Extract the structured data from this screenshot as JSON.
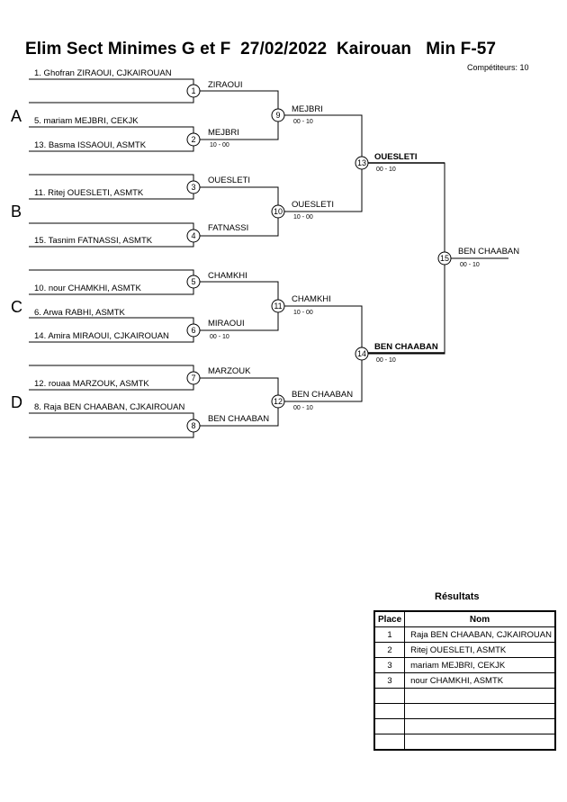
{
  "header": {
    "title": "Elim Sect Minimes G et F  27/02/2022  Kairouan   Min F-57",
    "competitors": "Compétiteurs: 10"
  },
  "pools": [
    "A",
    "B",
    "C",
    "D"
  ],
  "entries": [
    "1. Ghofran ZIRAOUI, CJKAIROUAN",
    "5. mariam MEJBRI, CEKJK",
    "13. Basma ISSAOUI, ASMTK",
    "11. Ritej OUESLETI, ASMTK",
    "15. Tasnim FATNASSI, ASMTK",
    "10. nour CHAMKHI, ASMTK",
    "6. Arwa RABHI, ASMTK",
    "14. Amira MIRAOUI, CJKAIROUAN",
    "12. rouaa MARZOUK, ASMTK",
    "8. Raja BEN CHAABAN, CJKAIROUAN"
  ],
  "matches": [
    {
      "num": "1",
      "winner": "ZIRAOUI",
      "score": ""
    },
    {
      "num": "2",
      "winner": "MEJBRI",
      "score": "10 - 00"
    },
    {
      "num": "3",
      "winner": "OUESLETI",
      "score": ""
    },
    {
      "num": "4",
      "winner": "FATNASSI",
      "score": ""
    },
    {
      "num": "5",
      "winner": "CHAMKHI",
      "score": ""
    },
    {
      "num": "6",
      "winner": "MIRAOUI",
      "score": "00 - 10"
    },
    {
      "num": "7",
      "winner": "MARZOUK",
      "score": ""
    },
    {
      "num": "8",
      "winner": "BEN CHAABAN",
      "score": ""
    },
    {
      "num": "9",
      "winner": "MEJBRI",
      "score": "00 - 10"
    },
    {
      "num": "10",
      "winner": "OUESLETI",
      "score": "10 - 00"
    },
    {
      "num": "11",
      "winner": "CHAMKHI",
      "score": "10 - 00"
    },
    {
      "num": "12",
      "winner": "BEN CHAABAN",
      "score": "00 - 10"
    },
    {
      "num": "13",
      "winner": "OUESLETI",
      "score": "00 - 10"
    },
    {
      "num": "14",
      "winner": "BEN CHAABAN",
      "score": "00 - 10"
    },
    {
      "num": "15",
      "winner": "BEN CHAABAN",
      "score": "00 - 10"
    }
  ],
  "results": {
    "title": "Résultats",
    "headers": {
      "place": "Place",
      "nom": "Nom"
    },
    "rows": [
      {
        "place": "1",
        "nom": "Raja BEN CHAABAN, CJKAIROUAN"
      },
      {
        "place": "2",
        "nom": "Ritej OUESLETI, ASMTK"
      },
      {
        "place": "3",
        "nom": "mariam MEJBRI, CEKJK"
      },
      {
        "place": "3",
        "nom": "nour CHAMKHI, ASMTK"
      },
      {
        "place": "",
        "nom": ""
      },
      {
        "place": "",
        "nom": ""
      },
      {
        "place": "",
        "nom": ""
      },
      {
        "place": "",
        "nom": ""
      }
    ]
  }
}
